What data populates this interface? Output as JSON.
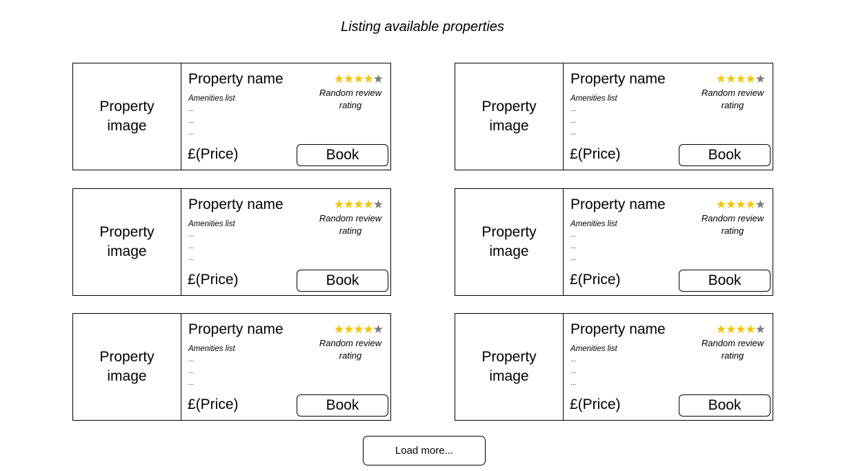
{
  "page": {
    "title": "Listing available properties",
    "load_more_label": "Load more..."
  },
  "colors": {
    "star_full": "#f5c400",
    "star_empty": "#7b7b7b"
  },
  "listings": [
    {
      "image_label": "Property image",
      "name": "Property name",
      "amenities_label": "Amenities list",
      "amenities": [
        "...",
        "...",
        "..."
      ],
      "rating_stars": 4,
      "rating_max": 5,
      "rating_label": "Random review rating",
      "price": "£(Price)",
      "book_label": "Book"
    },
    {
      "image_label": "Property image",
      "name": "Property name",
      "amenities_label": "Amenities list",
      "amenities": [
        "...",
        "...",
        "..."
      ],
      "rating_stars": 4,
      "rating_max": 5,
      "rating_label": "Random review rating",
      "price": "£(Price)",
      "book_label": "Book"
    },
    {
      "image_label": "Property image",
      "name": "Property name",
      "amenities_label": "Amenities list",
      "amenities": [
        "...",
        "...",
        "..."
      ],
      "rating_stars": 4,
      "rating_max": 5,
      "rating_label": "Random review rating",
      "price": "£(Price)",
      "book_label": "Book"
    },
    {
      "image_label": "Property image",
      "name": "Property name",
      "amenities_label": "Amenities list",
      "amenities": [
        "...",
        "...",
        "..."
      ],
      "rating_stars": 4,
      "rating_max": 5,
      "rating_label": "Random review rating",
      "price": "£(Price)",
      "book_label": "Book"
    },
    {
      "image_label": "Property image",
      "name": "Property name",
      "amenities_label": "Amenities list",
      "amenities": [
        "...",
        "...",
        "..."
      ],
      "rating_stars": 4,
      "rating_max": 5,
      "rating_label": "Random review rating",
      "price": "£(Price)",
      "book_label": "Book"
    },
    {
      "image_label": "Property image",
      "name": "Property name",
      "amenities_label": "Amenities list",
      "amenities": [
        "...",
        "...",
        "..."
      ],
      "rating_stars": 4,
      "rating_max": 5,
      "rating_label": "Random review rating",
      "price": "£(Price)",
      "book_label": "Book"
    }
  ]
}
